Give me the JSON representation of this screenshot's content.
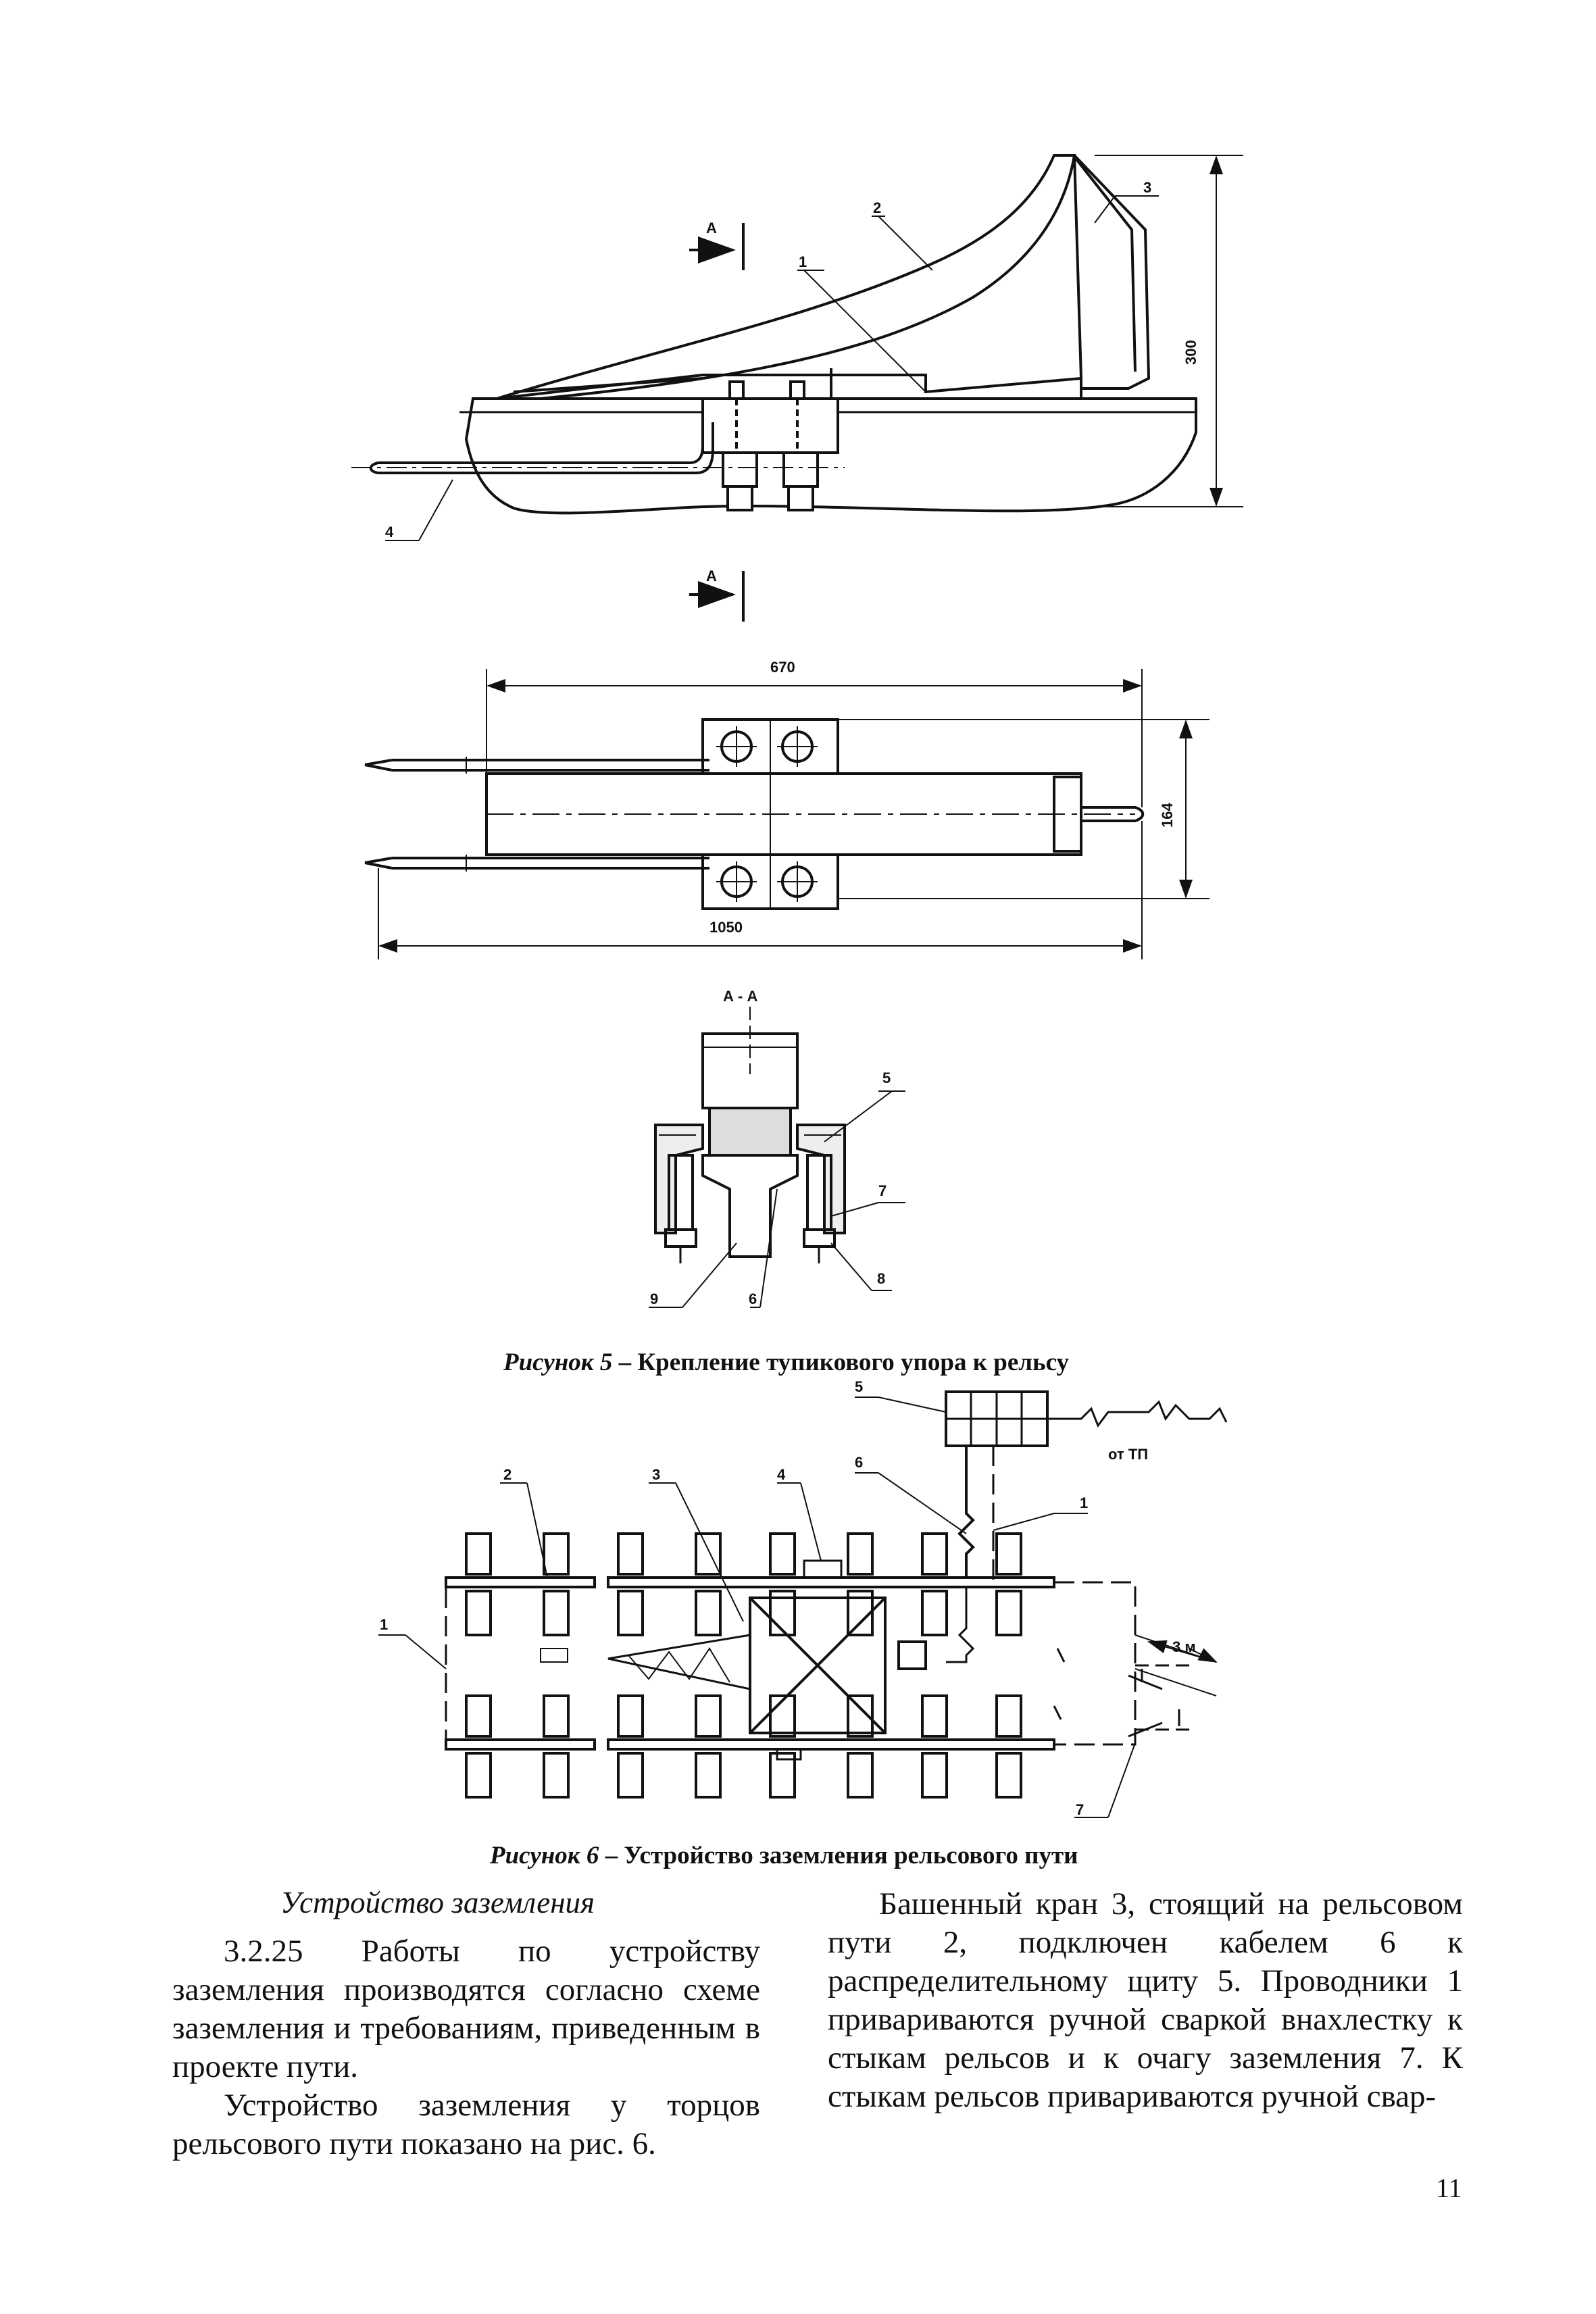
{
  "figure5": {
    "caption_prefix": "Рисунок 5",
    "caption_text": " – Крепление тупикового упора к рельсу",
    "labels": {
      "n1": "1",
      "n2": "2",
      "n3": "3",
      "n4": "4",
      "n5": "5",
      "n6": "6",
      "n7": "7",
      "n8": "8",
      "n9": "9"
    },
    "section_mark": "А",
    "section_title": "А - А",
    "dimensions": {
      "height": "300",
      "length_top": "670",
      "length_total": "1050",
      "width": "164"
    }
  },
  "figure6": {
    "caption_prefix": "Рисунок 6",
    "caption_text": " – Устройство заземления рельсового пути",
    "labels": {
      "n1a": "1",
      "n1b": "1",
      "n2": "2",
      "n3": "3",
      "n4": "4",
      "n5": "5",
      "n6": "6",
      "n7": "7"
    },
    "source_label": "от ТП",
    "distance_label": "3 м"
  },
  "text": {
    "subheading": "Устройство заземления",
    "left_paragraphs": [
      "3.2.25 Работы по устройству заземления производятся согласно схеме заземления и требованиям, приведенным в проекте пути.",
      "Устройство заземления у торцов рельсового пути показано на рис. 6."
    ],
    "right_paragraphs": [
      "Башенный кран 3, стоящий на рельсовом пути 2, подключен кабелем 6 к распределительному щиту 5. Проводники 1 привариваются ручной сваркой внахлестку к стыкам рельсов и к очагу заземления 7. К стыкам рельсов привариваются ручной свар-"
    ]
  },
  "page_number": "11"
}
